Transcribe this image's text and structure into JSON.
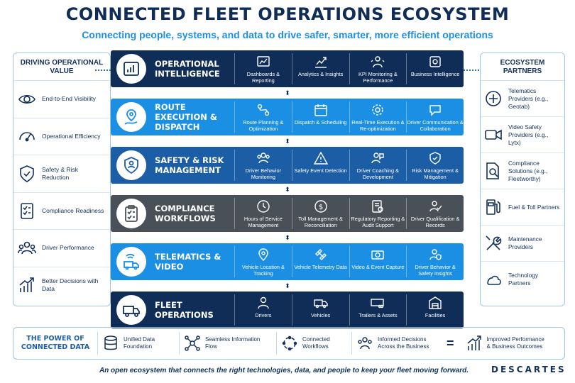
{
  "title": "CONNECTED FLEET OPERATIONS ECOSYSTEM",
  "subtitle": "Connecting people, systems, and data to drive safer, smarter, more efficient operations",
  "left_panel": {
    "heading": "DRIVING OPERATIONAL VALUE",
    "items": [
      {
        "label": "End-to-End Visibility",
        "icon": "eye-icon"
      },
      {
        "label": "Operational Efficiency",
        "icon": "gauge-icon"
      },
      {
        "label": "Safety & Risk Reduction",
        "icon": "shield-check-icon"
      },
      {
        "label": "Compliance Readiness",
        "icon": "checklist-icon"
      },
      {
        "label": "Driver Performance",
        "icon": "people-icon"
      },
      {
        "label": "Better Decisions with Data",
        "icon": "bar-chart-up-icon"
      }
    ]
  },
  "right_panel": {
    "heading": "ECOSYSTEM PARTNERS",
    "items": [
      {
        "label": "Telematics Providers (e.g., Geotab)",
        "icon": "plus-circle-icon"
      },
      {
        "label": "Video Safety Providers (e.g., Lytx)",
        "icon": "video-camera-icon"
      },
      {
        "label": "Compliance Solutions (e.g., Fleetworthy)",
        "icon": "document-search-icon"
      },
      {
        "label": "Fuel & Toll Partners",
        "icon": "fuel-pump-icon"
      },
      {
        "label": "Maintenance Providers",
        "icon": "wrench-icon"
      },
      {
        "label": "Technology Partners",
        "icon": "cloud-icon"
      }
    ]
  },
  "rows": [
    {
      "title": "OPERATIONAL INTELLIGENCE",
      "color": "#0f2d57",
      "icon": "analytics-chart-icon",
      "features": [
        {
          "label": "Dashboards & Reporting",
          "icon": "dashboard-icon"
        },
        {
          "label": "Analytics & Insights",
          "icon": "trend-chart-icon"
        },
        {
          "label": "KPI Monitoring & Performance",
          "icon": "kpi-icon"
        },
        {
          "label": "Business Intelligence",
          "icon": "bi-icon"
        }
      ]
    },
    {
      "title": "ROUTE EXECUTION & DISPATCH",
      "color": "#1a8fe3",
      "icon": "route-pin-icon",
      "features": [
        {
          "label": "Route Planning & Optimization",
          "icon": "route-icon"
        },
        {
          "label": "Dispatch & Scheduling",
          "icon": "calendar-icon"
        },
        {
          "label": "Real-Time Execution & Re-optimization",
          "icon": "gear-icon"
        },
        {
          "label": "Driver Communication & Collaboration",
          "icon": "chat-icon"
        }
      ]
    },
    {
      "title": "SAFETY & RISK MANAGEMENT",
      "color": "#1b5ea6",
      "icon": "shield-person-icon",
      "features": [
        {
          "label": "Driver Behavior Monitoring",
          "icon": "people-icon"
        },
        {
          "label": "Safety Event Detection",
          "icon": "warning-icon"
        },
        {
          "label": "Driver Coaching & Development",
          "icon": "coach-icon"
        },
        {
          "label": "Risk Management & Mitigation",
          "icon": "shield-check-icon"
        }
      ]
    },
    {
      "title": "COMPLIANCE WORKFLOWS",
      "color": "#4a5058",
      "icon": "clipboard-check-icon",
      "features": [
        {
          "label": "Hours of Service Management",
          "icon": "clock-icon"
        },
        {
          "label": "Toll Management & Reconciliation",
          "icon": "coin-icon"
        },
        {
          "label": "Regulatory Reporting & Audit Support",
          "icon": "report-icon"
        },
        {
          "label": "Driver Qualification & Records",
          "icon": "driver-check-icon"
        }
      ]
    },
    {
      "title": "TELEMATICS & VIDEO",
      "color": "#1a8fe3",
      "icon": "truck-signal-icon",
      "features": [
        {
          "label": "Vehicle Location & Tracking",
          "icon": "location-pin-icon"
        },
        {
          "label": "Vehicle Telemetry Data",
          "icon": "satellite-icon"
        },
        {
          "label": "Video & Event Capture",
          "icon": "camera-icon"
        },
        {
          "label": "Driver Behavior & Safety Insights",
          "icon": "person-shield-icon"
        }
      ]
    },
    {
      "title": "FLEET OPERATIONS",
      "color": "#0f2d57",
      "icon": "truck-icon",
      "features": [
        {
          "label": "Drivers",
          "icon": "person-icon"
        },
        {
          "label": "Vehicles",
          "icon": "truck-icon"
        },
        {
          "label": "Trailers & Assets",
          "icon": "trailer-icon"
        },
        {
          "label": "Facilities",
          "icon": "building-icon"
        }
      ]
    }
  ],
  "power": {
    "title": "THE POWER OF CONNECTED DATA",
    "items": [
      {
        "label": "Unified Data Foundation",
        "icon": "database-icon"
      },
      {
        "label": "Seamless Information Flow",
        "icon": "network-icon"
      },
      {
        "label": "Connected Workflows",
        "icon": "cycle-icon"
      },
      {
        "label": "Informed Decisions Across the Business",
        "icon": "team-icon"
      }
    ],
    "equals": "=",
    "outcome": {
      "label": "Improved Performance & Business Outcomes",
      "icon": "growth-chart-icon"
    }
  },
  "footer": "An open ecosystem that connects the right technologies, data, and people to keep your fleet moving forward.",
  "brand": "DESCARTES"
}
